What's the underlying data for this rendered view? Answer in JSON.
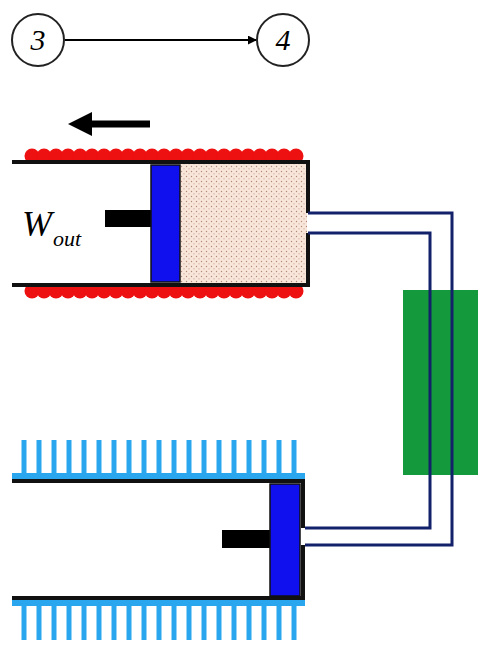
{
  "diagram": {
    "nodes": [
      {
        "text": [
          "3"
        ]
      },
      {
        "text": [
          "4"
        ]
      }
    ],
    "edges": [
      {
        "from": 0,
        "to": 1,
        "arrow": "to"
      }
    ],
    "labels": [
      "W",
      "out"
    ]
  }
}
